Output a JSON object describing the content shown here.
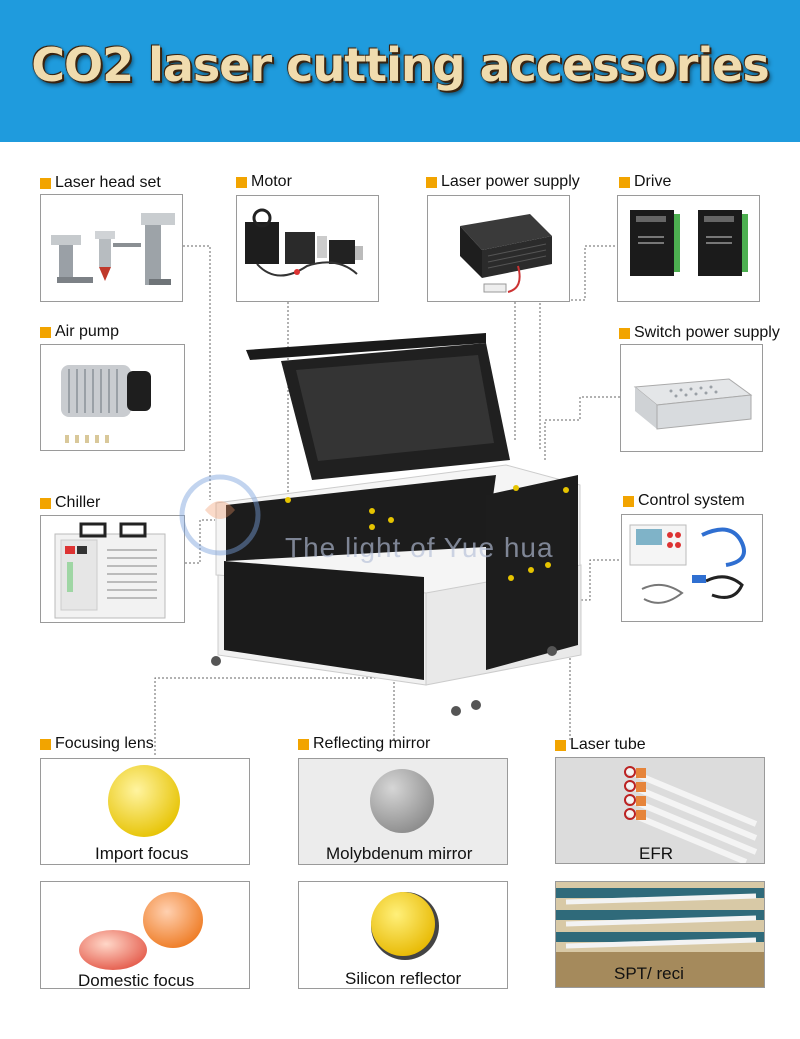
{
  "banner": {
    "title": "CO2 laser cutting accessories",
    "bg_color": "#1f9bdd"
  },
  "accent_color": "#f2a400",
  "labels": {
    "laser_head_set": "Laser head set",
    "motor": "Motor",
    "laser_power_supply": "Laser power supply",
    "drive": "Drive",
    "air_pump": "Air pump",
    "switch_power_supply": "Switch power supply",
    "chiller": "Chiller",
    "control_system": "Control system",
    "focusing_lens": "Focusing lens",
    "reflecting_mirror": "Reflecting mirror",
    "laser_tube": "Laser tube"
  },
  "captions": {
    "import_focus": "Import focus",
    "domestic_focus": "Domestic focus",
    "molybdenum_mirror": "Molybdenum mirror",
    "silicon_reflector": "Silicon reflector",
    "efr": "EFR",
    "spt_reci": "SPT/ reci"
  },
  "watermark": {
    "text": "The light of Yue hua"
  }
}
